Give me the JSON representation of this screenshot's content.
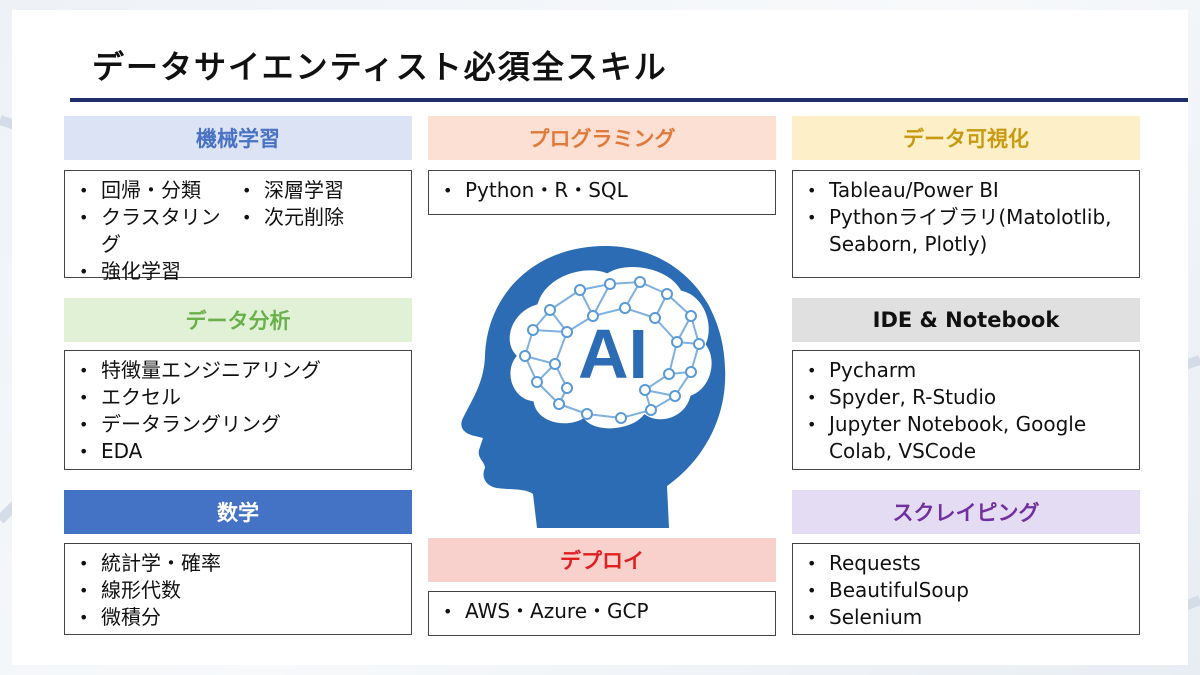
{
  "title": "データサイエンティスト必須全スキル",
  "center_icon_text": "AI",
  "colors": {
    "title_underline": "#1f2f6b",
    "brain_blue": "#2b6cb5",
    "ml_header_bg": "#dbe3f4",
    "ml_header_fg": "#4a72c4",
    "prog_header_bg": "#fbe0d3",
    "prog_header_fg": "#e07a3c",
    "viz_header_bg": "#fdf0c8",
    "viz_header_fg": "#c89a10",
    "analysis_header_bg": "#e0f1d6",
    "analysis_header_fg": "#6ab04c",
    "ide_header_bg": "#e0e0e0",
    "ide_header_fg": "#111111",
    "math_header_bg": "#4472c4",
    "math_header_fg": "#ffffff",
    "deploy_header_bg": "#f8d0cc",
    "deploy_header_fg": "#e02020",
    "scrape_header_bg": "#e4dcf2",
    "scrape_header_fg": "#7030a0"
  },
  "sections": {
    "ml": {
      "header": "機械学習",
      "col1": [
        "回帰・分類",
        "クラスタリング",
        "強化学習"
      ],
      "col2": [
        "深層学習",
        "次元削除"
      ]
    },
    "programming": {
      "header": "プログラミング",
      "items": [
        "Python・R・SQL"
      ]
    },
    "viz": {
      "header": "データ可視化",
      "items": [
        "Tableau/Power BI",
        "Pythonライブラリ(Matolotlib, Seaborn, Plotly)"
      ]
    },
    "analysis": {
      "header": "データ分析",
      "items": [
        "特徴量エンジニアリング",
        "エクセル",
        "データラングリング",
        "EDA"
      ]
    },
    "ide": {
      "header": "IDE & Notebook",
      "items": [
        "Pycharm",
        "Spyder, R-Studio",
        "Jupyter Notebook, Google Colab, VSCode"
      ]
    },
    "math": {
      "header": "数学",
      "items": [
        "統計学・確率",
        "線形代数",
        "微積分"
      ]
    },
    "deploy": {
      "header": "デプロイ",
      "items": [
        "AWS・Azure・GCP"
      ]
    },
    "scraping": {
      "header": "スクレイピング",
      "items": [
        "Requests",
        "BeautifulSoup",
        "Selenium"
      ]
    }
  }
}
